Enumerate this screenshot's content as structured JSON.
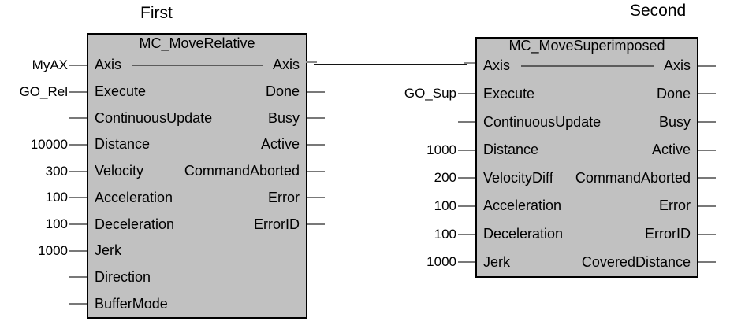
{
  "diagram": {
    "background": "#ffffff",
    "colors": {
      "block_fill": "#c1c1c1",
      "block_border": "#000000",
      "pin_stub": "#787878",
      "axis_inner_line": "#5c5c5c",
      "wire_core": "#141414",
      "wire_stub": "#8a8a8a",
      "text": "#000000"
    }
  },
  "first_block": {
    "caption": "First",
    "title": "MC_MoveRelative",
    "inputs": [
      {
        "name": "Axis",
        "value": "MyAX"
      },
      {
        "name": "Execute",
        "value": "GO_Rel"
      },
      {
        "name": "ContinuousUpdate",
        "value": ""
      },
      {
        "name": "Distance",
        "value": "10000"
      },
      {
        "name": "Velocity",
        "value": "300"
      },
      {
        "name": "Acceleration",
        "value": "100"
      },
      {
        "name": "Deceleration",
        "value": "100"
      },
      {
        "name": "Jerk",
        "value": "1000"
      },
      {
        "name": "Direction",
        "value": ""
      },
      {
        "name": "BufferMode",
        "value": ""
      }
    ],
    "outputs": [
      "Axis",
      "Done",
      "Busy",
      "Active",
      "CommandAborted",
      "Error",
      "ErrorID"
    ]
  },
  "second_block": {
    "caption": "Second",
    "title": "MC_MoveSuperimposed",
    "inputs": [
      {
        "name": "Axis",
        "value": ""
      },
      {
        "name": "Execute",
        "value": "GO_Sup"
      },
      {
        "name": "ContinuousUpdate",
        "value": ""
      },
      {
        "name": "Distance",
        "value": "1000"
      },
      {
        "name": "VelocityDiff",
        "value": "200"
      },
      {
        "name": "Acceleration",
        "value": "100"
      },
      {
        "name": "Deceleration",
        "value": "100"
      },
      {
        "name": "Jerk",
        "value": "1000"
      }
    ],
    "outputs": [
      "Axis",
      "Done",
      "Busy",
      "Active",
      "CommandAborted",
      "Error",
      "ErrorID",
      "CoveredDistance"
    ]
  },
  "connection": {
    "from": "MC_MoveRelative.Axis",
    "to": "MC_MoveSuperimposed.Axis"
  }
}
